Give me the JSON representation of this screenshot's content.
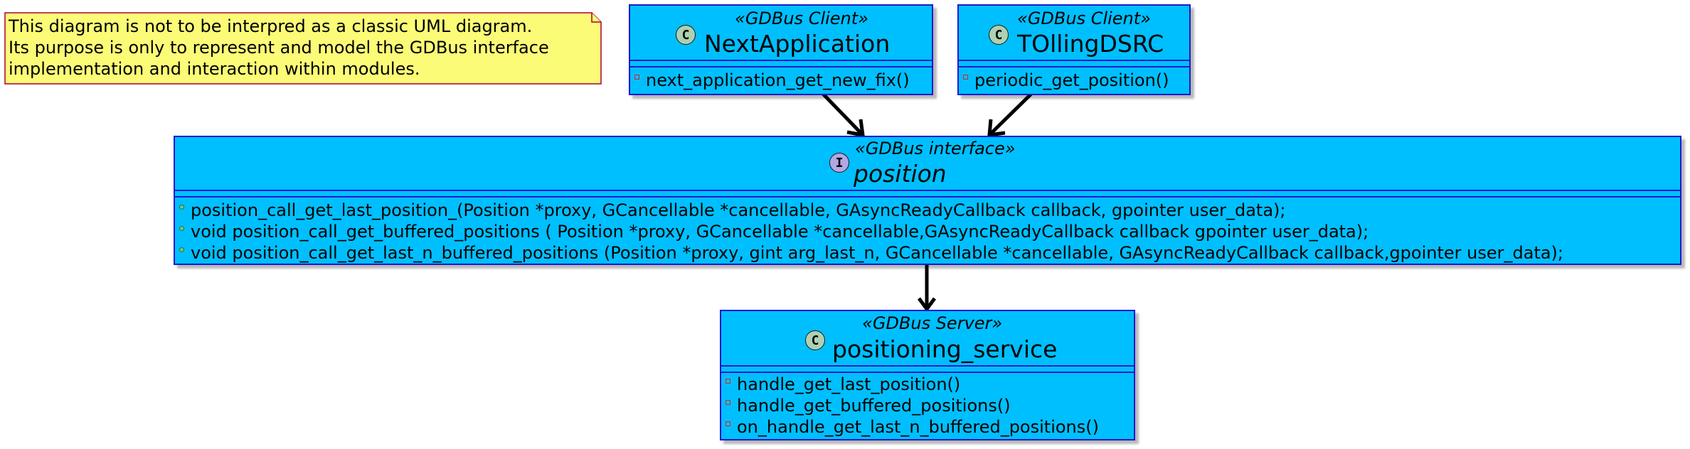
{
  "note": {
    "lines": [
      "This diagram is not to be interpred as a classic UML diagram.",
      "Its purpose is only to represent and model the GDBus interface",
      "implementation and interaction within modules."
    ]
  },
  "classes": {
    "next_application": {
      "badge": "C",
      "stereotype": "«GDBus Client»",
      "name": "NextApplication",
      "members": [
        {
          "visibility": "private",
          "text": "next_application_get_new_fix()"
        }
      ]
    },
    "tolling_dsrc": {
      "badge": "C",
      "stereotype": "«GDBus Client»",
      "name": "TOllingDSRC",
      "members": [
        {
          "visibility": "private",
          "text": "periodic_get_position()"
        }
      ]
    },
    "position": {
      "badge": "I",
      "stereotype": "«GDBus interface»",
      "name": "position",
      "members": [
        {
          "visibility": "public",
          "text": "position_call_get_last_position_(Position *proxy, GCancellable *cancellable, GAsyncReadyCallback callback, gpointer user_data);"
        },
        {
          "visibility": "public",
          "text": "void position_call_get_buffered_positions ( Position *proxy, GCancellable *cancellable,GAsyncReadyCallback callback gpointer user_data);"
        },
        {
          "visibility": "public",
          "text": "void position_call_get_last_n_buffered_positions (Position *proxy, gint arg_last_n, GCancellable *cancellable, GAsyncReadyCallback callback,gpointer user_data);"
        }
      ]
    },
    "positioning_service": {
      "badge": "C",
      "stereotype": "«GDBus Server»",
      "name": "positioning_service",
      "members": [
        {
          "visibility": "private",
          "text": "handle_get_last_position()"
        },
        {
          "visibility": "private",
          "text": "handle_get_buffered_positions()"
        },
        {
          "visibility": "private",
          "text": "on_handle_get_last_n_buffered_positions()"
        }
      ]
    }
  },
  "edges": [
    {
      "from": "NextApplication",
      "to": "position"
    },
    {
      "from": "TOllingDSRC",
      "to": "position"
    },
    {
      "from": "position",
      "to": "positioning_service"
    }
  ],
  "colors": {
    "class_fill": "#00bfff",
    "class_border": "#1a1acc",
    "note_fill": "#fbfb77",
    "note_border": "#a80036",
    "class_badge": "#add1b2",
    "interface_badge": "#b4a7e5",
    "edge": "#000000"
  }
}
